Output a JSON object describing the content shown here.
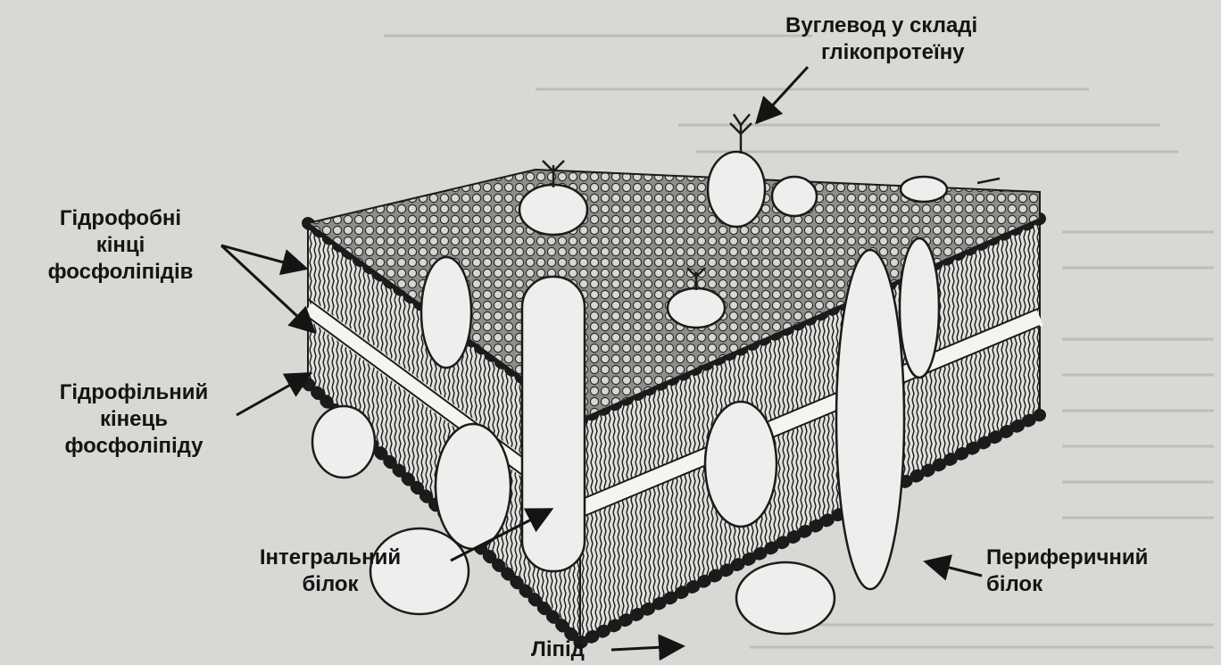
{
  "labels": {
    "carbohydrate": [
      "Вуглевод у складі",
      "глікопротеїну"
    ],
    "hydrophobic": [
      "Гідрофобні",
      "кінці",
      "фосфоліпідів"
    ],
    "hydrophilic": [
      "Гідрофільний",
      "кінець",
      "фосфоліпіду"
    ],
    "integral": [
      "Інтегральний",
      "білок"
    ],
    "peripheral": [
      "Периферичний",
      "білок"
    ],
    "lipid": "Ліпід"
  },
  "colors": {
    "background": "#d9d8d4",
    "ink": "#141414",
    "head": "#f4f4f1",
    "top_surface": "#8e8d89",
    "protein": "#eeeeec"
  }
}
